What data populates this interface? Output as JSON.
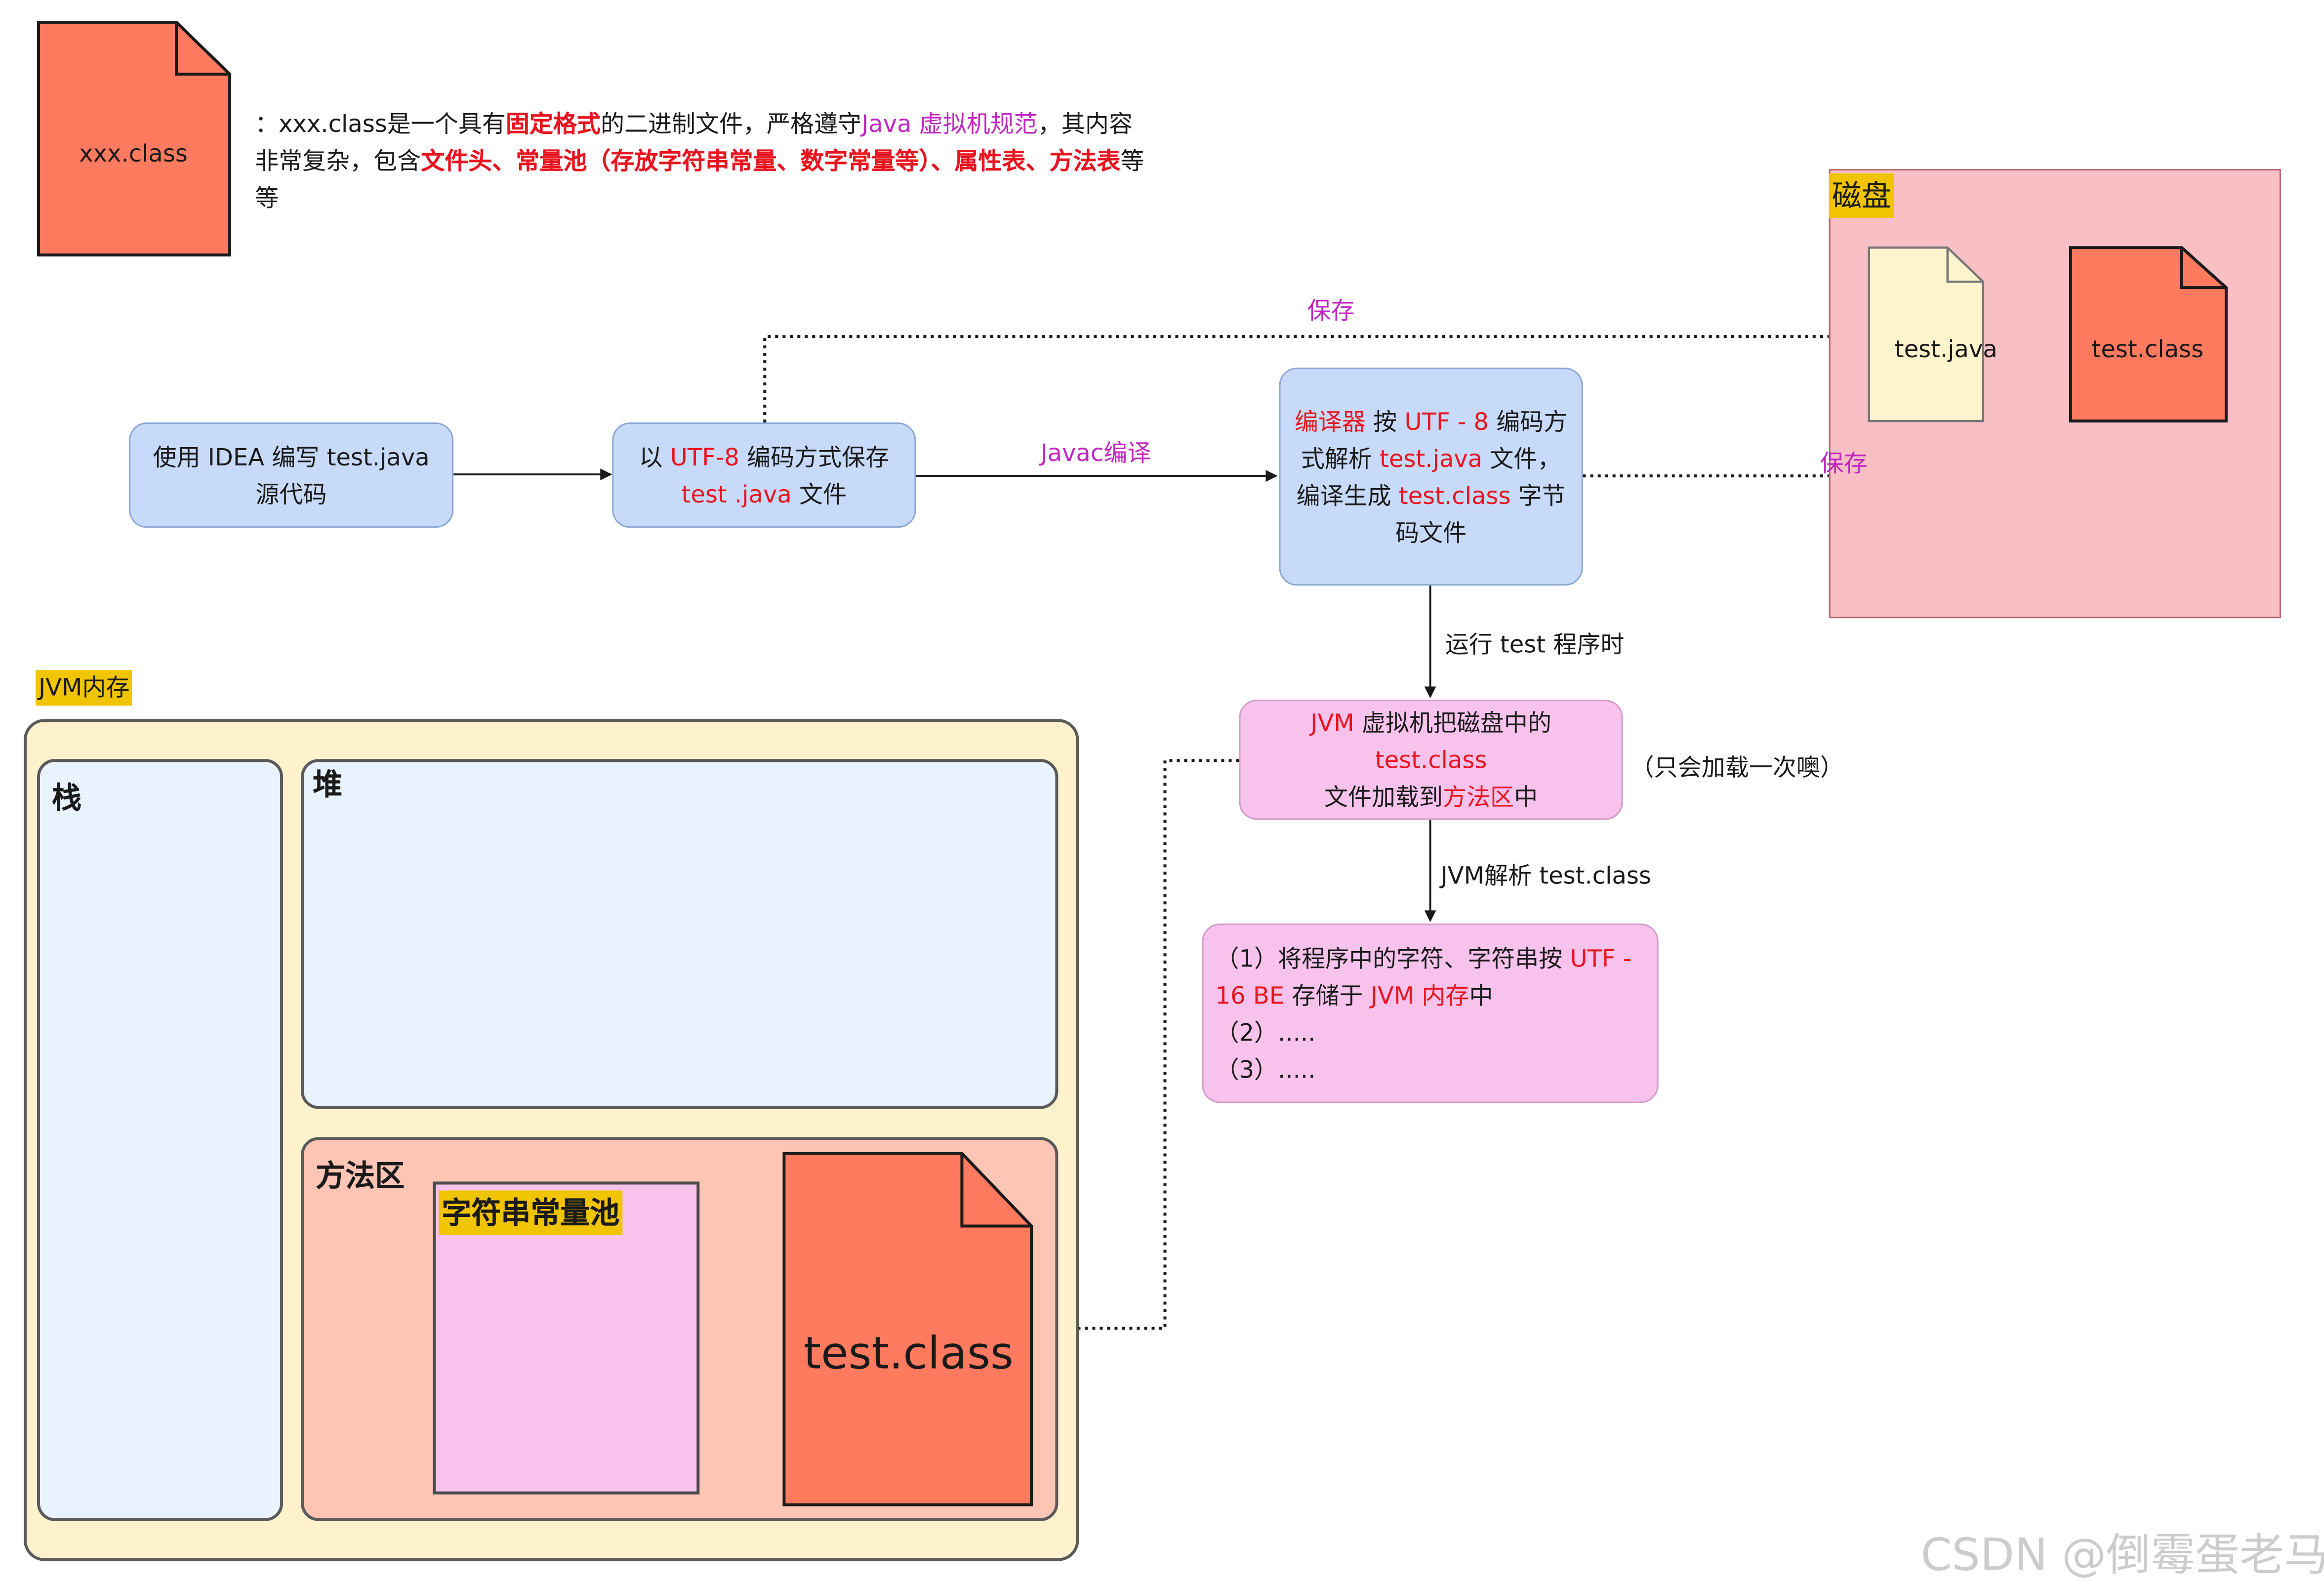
{
  "legend": {
    "file_label": "xxx.class",
    "desc_prefix": "：xxx.class是一个具有",
    "desc_fixed_format": "固定格式",
    "desc_mid1": "的二进制文件，严格遵守",
    "desc_java_spec": "Java 虚拟机规范",
    "desc_mid2": "，其内容非常复杂，包含",
    "desc_parts": "文件头、常量池（存放字符串常量、数字常量等）、属性表、方法表",
    "desc_suffix": "等等"
  },
  "nodes": {
    "idea": {
      "text": "使用 IDEA 编写 test.java 源代码"
    },
    "save": {
      "prefix": "以 ",
      "encoding": "UTF-8",
      "mid": " 编码方式保存",
      "file": "test .java",
      "suffix": " 文件"
    },
    "compiler": {
      "c1": "编译器",
      "t1": " 按 ",
      "c2": "UTF - 8",
      "t2": " 编码方式解析 ",
      "c3": "test.java",
      "t3": " 文件，编译生成 ",
      "c4": "test.class",
      "t4": " 字节码文件"
    },
    "jvm_load": {
      "c1": "JVM",
      "t1": " 虚拟机把磁盘中的 ",
      "c2": "test.class",
      "t2": " 文件加载到",
      "c3": "方法区",
      "t3": "中"
    },
    "parse": {
      "line1_a": "（1）将程序中的字符、字符串按 ",
      "line1_b": "UTF - 16 BE",
      "line1_c": " 存储于 ",
      "line1_d": "JVM 内存",
      "line1_e": "中",
      "line2": "（2）.....",
      "line3": "（3）....."
    }
  },
  "edges": {
    "save_top": "保存",
    "javac": "Javac编译",
    "save_right": "保存",
    "run": "运行 test 程序时",
    "jvm_parse": "JVM解析 test.class",
    "once_note": "（只会加载一次噢）"
  },
  "disk": {
    "title": "磁盘",
    "file_java": "test.java",
    "file_class": "test.class"
  },
  "jvm": {
    "title": "JVM内存",
    "stack": "栈",
    "heap": "堆",
    "method_area": "方法区",
    "string_pool": "字符串常量池",
    "class_file": "test.class"
  },
  "watermark": "CSDN @倒霉蛋老马",
  "colors": {
    "red": "#e8141f",
    "purple": "#c226c2",
    "highlight": "#f1c400",
    "file_red": "#ff7a5f",
    "file_yellow": "#fdf3cd",
    "disk_bg": "#f8c0c5",
    "node_blue": "#c8daf9",
    "node_pink": "#f7c3ec",
    "jvm_bg": "#fdf2cc",
    "panel_blue": "#e8f3fd",
    "method_bg": "#fec4b4"
  }
}
